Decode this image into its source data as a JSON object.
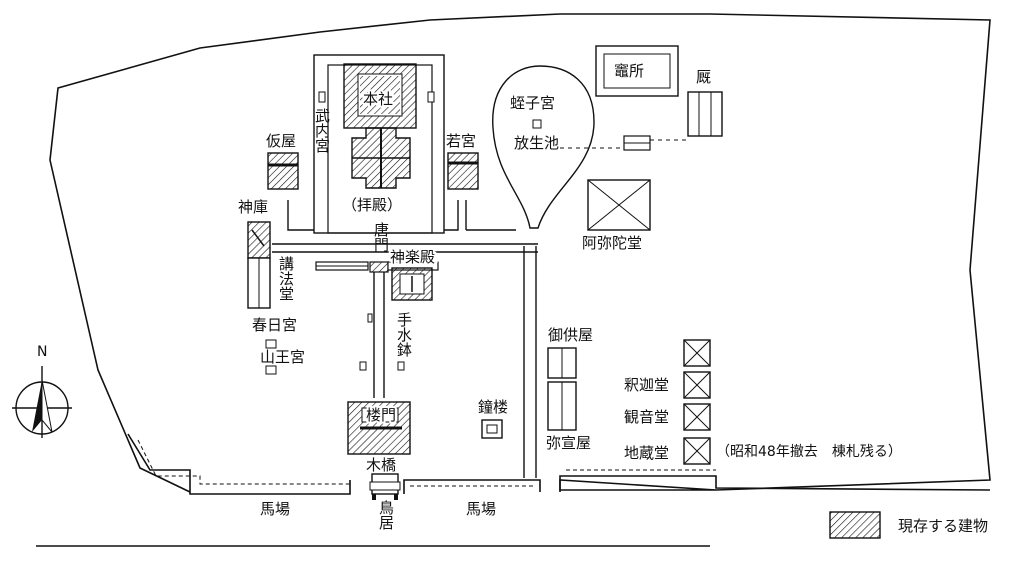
{
  "labels": {
    "honsha": "本社",
    "takeuchi": "武内宮",
    "haiden": "（拝殿）",
    "karamon": "唐門",
    "kariya": "仮屋",
    "wakamiya": "若宮",
    "ebisu": "蛭子宮",
    "houseichi": "放生池",
    "kamado": "竈所",
    "kawaya": "厩",
    "amida": "阿弥陀堂",
    "jinko": "神庫",
    "koudou": "講法堂",
    "kagura": "神楽殿",
    "chozu": "手水鉢",
    "kasuga": "春日宮",
    "sanno": "山王宮",
    "gokuya": "御供屋",
    "shaka": "釈迦堂",
    "kannon": "観音堂",
    "jizo": "地蔵堂",
    "jizo_note": "（昭和48年撤去　棟札残る）",
    "shoro": "鐘楼",
    "yanori": "弥宣屋",
    "romon": "楼門",
    "mokkyo": "木橋",
    "torii": "鳥居",
    "baba_left": "馬場",
    "baba_right": "馬場",
    "north": "N"
  },
  "legend": {
    "text": "現存する建物"
  },
  "colors": {
    "line": "#111111",
    "hatch": "#111111",
    "background": "#ffffff"
  }
}
